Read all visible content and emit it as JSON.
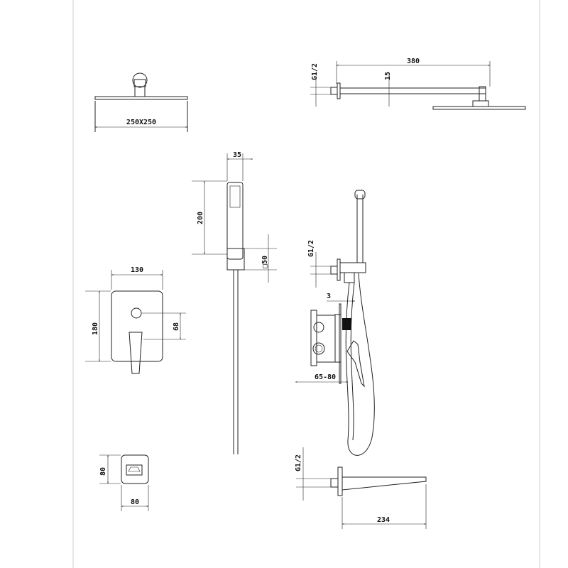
{
  "title": "Shower system dimension drawing",
  "labels": {
    "head_size": "250X250",
    "arm_length": "380",
    "arm_thread": "G1/2",
    "arm_offset": "15",
    "handset_width": "35",
    "handset_length": "200",
    "bracket_size": "□50",
    "plate_width": "130",
    "plate_height": "180",
    "handle_offset": "68",
    "bracket_thread": "G1/2",
    "plate_gap": "3",
    "wall_depth": "65-80",
    "spout_plate_height": "80",
    "spout_plate_width": "80",
    "spout_thread": "G1/2",
    "spout_length": "234"
  }
}
